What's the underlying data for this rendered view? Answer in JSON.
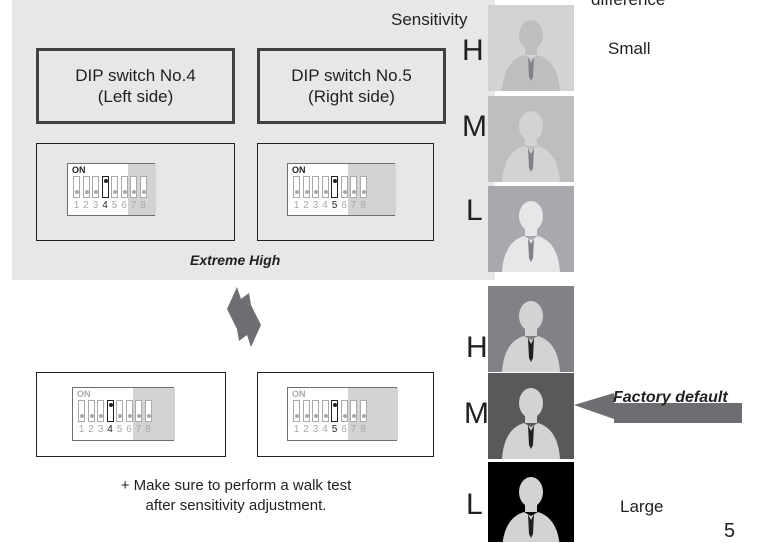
{
  "header": {
    "top_right_partial": "difference",
    "sensitivity_label": "Sensitivity"
  },
  "sensitivity_scale": {
    "small_label": "Small",
    "large_label": "Large"
  },
  "panels": {
    "left": {
      "title_line1": "DIP switch No.4",
      "title_line2": "(Left side)"
    },
    "right": {
      "title_line1": "DIP switch No.5",
      "title_line2": "(Right side)"
    }
  },
  "mode_caption": "Extreme High",
  "switch_on_label": "ON",
  "switch_numbers": [
    "1",
    "2",
    "3",
    "4",
    "5",
    "6",
    "7",
    "8"
  ],
  "levels": [
    {
      "letter": "H",
      "bg": "#d1d3d4"
    },
    {
      "letter": "M",
      "bg": "#bcbec0"
    },
    {
      "letter": "L",
      "bg": "#a7a9ac"
    },
    {
      "letter": "H",
      "bg": "#808285"
    },
    {
      "letter": "M",
      "bg": "#58595b"
    },
    {
      "letter": "L",
      "bg": "#000000"
    }
  ],
  "factory_default_label": "Factory default",
  "note": {
    "line1": "+ Make sure to perform a walk test",
    "line2": "after sensitivity adjustment."
  },
  "page_number": "5",
  "colors": {
    "panel_bg": "#e6e7e8",
    "text": "#231f20",
    "frame_border": "#414042",
    "arrow": "#6d6e71"
  }
}
